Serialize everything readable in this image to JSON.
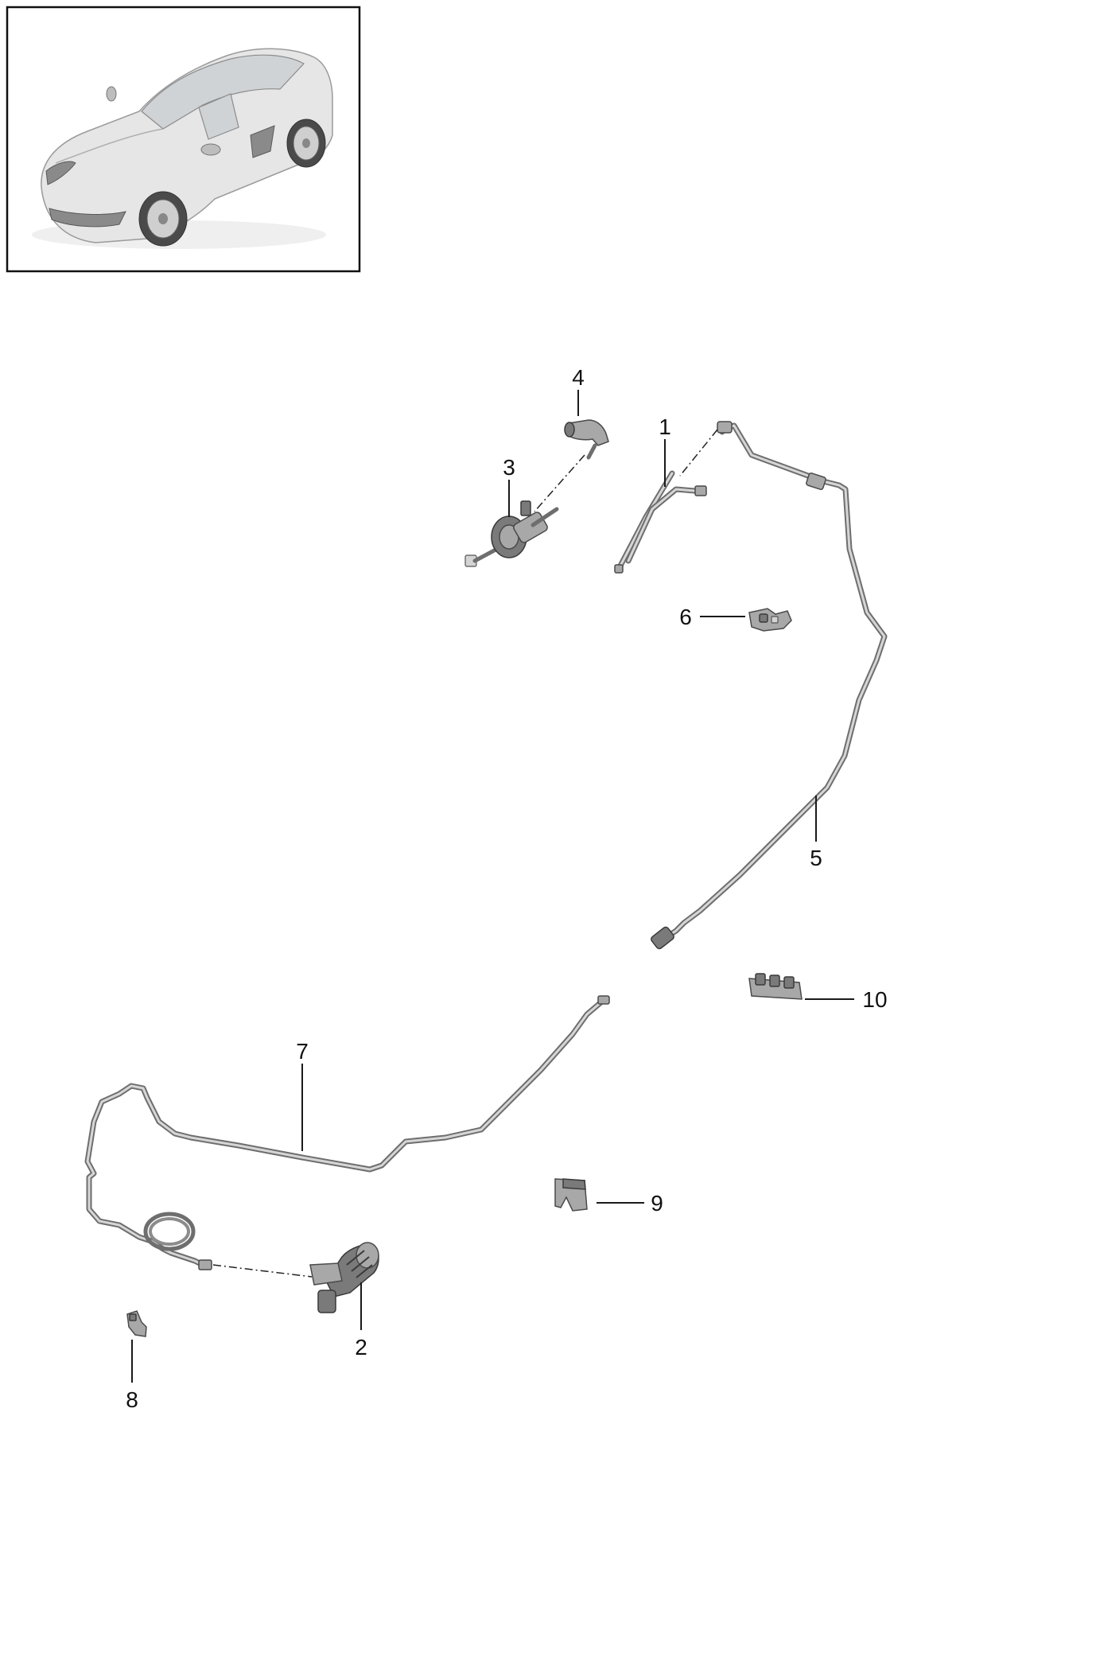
{
  "callouts": [
    {
      "id": "1",
      "label": "1"
    },
    {
      "id": "2",
      "label": "2"
    },
    {
      "id": "3",
      "label": "3"
    },
    {
      "id": "4",
      "label": "4"
    },
    {
      "id": "5",
      "label": "5"
    },
    {
      "id": "6",
      "label": "6"
    },
    {
      "id": "7",
      "label": "7"
    },
    {
      "id": "8",
      "label": "8"
    },
    {
      "id": "9",
      "label": "9"
    },
    {
      "id": "10",
      "label": "10"
    }
  ],
  "colors": {
    "line": "#1a1a1a",
    "part": "#7a7a7a",
    "background": "#ffffff"
  }
}
